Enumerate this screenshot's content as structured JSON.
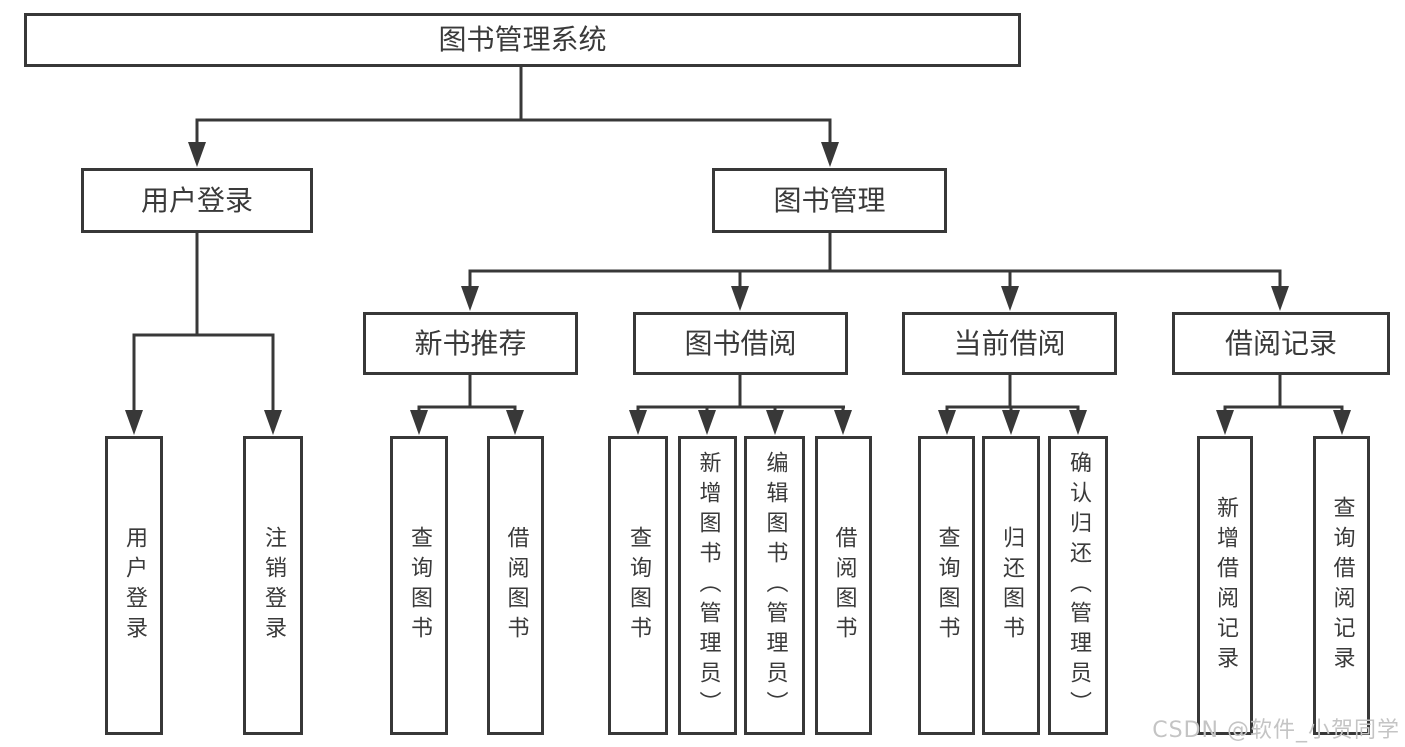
{
  "title": "图书管理系统",
  "level2": {
    "user_login": "用户登录",
    "book_management": "图书管理"
  },
  "level3": [
    "新书推荐",
    "图书借阅",
    "当前借阅",
    "借阅记录"
  ],
  "leaves": {
    "login": [
      "用户登录",
      "注销登录"
    ],
    "recommend": [
      "查询图书",
      "借阅图书"
    ],
    "borrow": [
      "查询图书",
      "新增图书（管理员）",
      "编辑图书（管理员）",
      "借阅图书"
    ],
    "current": [
      "查询图书",
      "归还图书",
      "确认归还（管理员）"
    ],
    "records": [
      "新增借阅记录",
      "查询借阅记录"
    ]
  },
  "watermark": "CSDN @软件_小贺同学",
  "colors": {
    "line": "#383838",
    "text": "#3a3a3a",
    "box_background": "#ffffff",
    "watermark": "#c4c4c4"
  }
}
